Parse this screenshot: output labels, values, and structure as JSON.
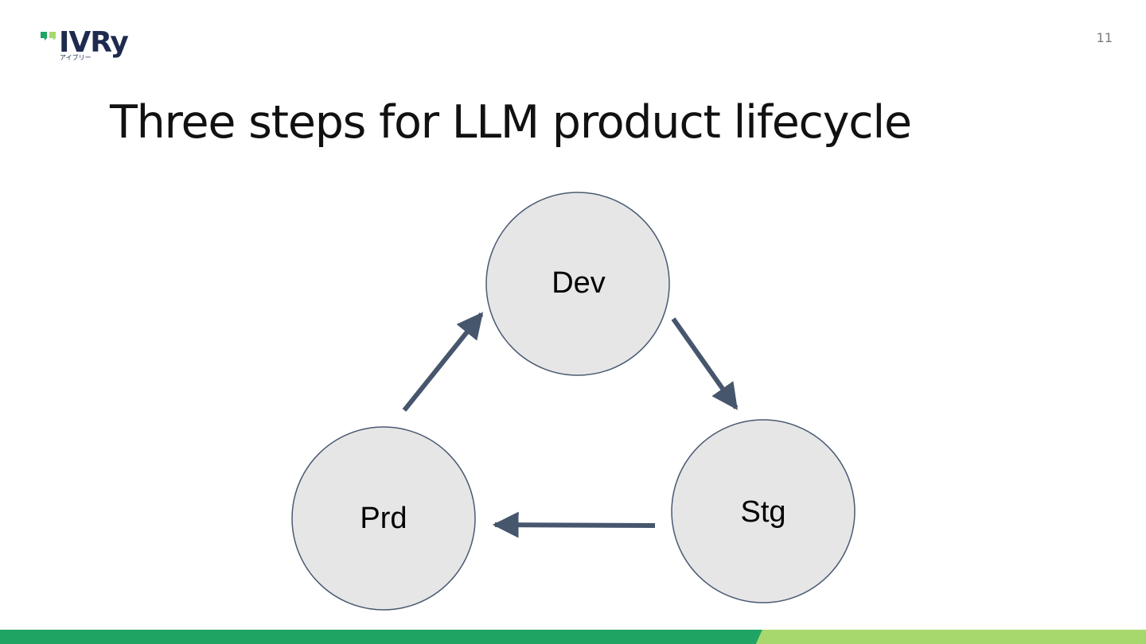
{
  "header": {
    "logo_text": "IVRy",
    "logo_subtext": "アイブリー",
    "page_number": "11"
  },
  "slide": {
    "title": "Three steps for LLM product lifecycle"
  },
  "diagram": {
    "nodes": [
      {
        "id": "dev",
        "label": "Dev"
      },
      {
        "id": "stg",
        "label": "Stg"
      },
      {
        "id": "prd",
        "label": "Prd"
      }
    ],
    "edges": [
      {
        "from": "dev",
        "to": "stg"
      },
      {
        "from": "stg",
        "to": "prd"
      },
      {
        "from": "prd",
        "to": "dev"
      }
    ]
  },
  "colors": {
    "node_fill": "#e6e6e6",
    "node_stroke": "#4a5a72",
    "arrow": "#46566d",
    "brand_navy": "#1d2b4f",
    "brand_green": "#1fa463",
    "brand_light_green": "#a6d86e"
  }
}
